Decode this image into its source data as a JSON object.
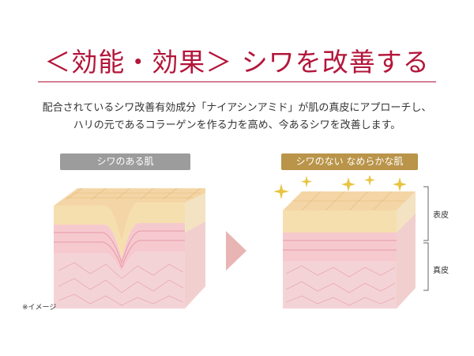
{
  "title": "＜効能・効果＞ シワを改善する",
  "description": {
    "line1": "配合されているシワ改善有効成分「ナイアシンアミド」が肌の真皮にアプローチし、",
    "line2": "ハリの元であるコラーゲンを作る力を高め、今あるシワを改善します。"
  },
  "panels": {
    "left_label": "シワのある肌",
    "right_label": "シワのない なめらかな肌"
  },
  "layers": {
    "epidermis": "表皮",
    "dermis": "真皮"
  },
  "note": "※イメージ",
  "colors": {
    "accent": "#b3163a",
    "label_gray": "#9c9c9c",
    "label_gold": "#b99449",
    "arrow": "#e9b4b4",
    "sparkle": "#e8c440"
  }
}
